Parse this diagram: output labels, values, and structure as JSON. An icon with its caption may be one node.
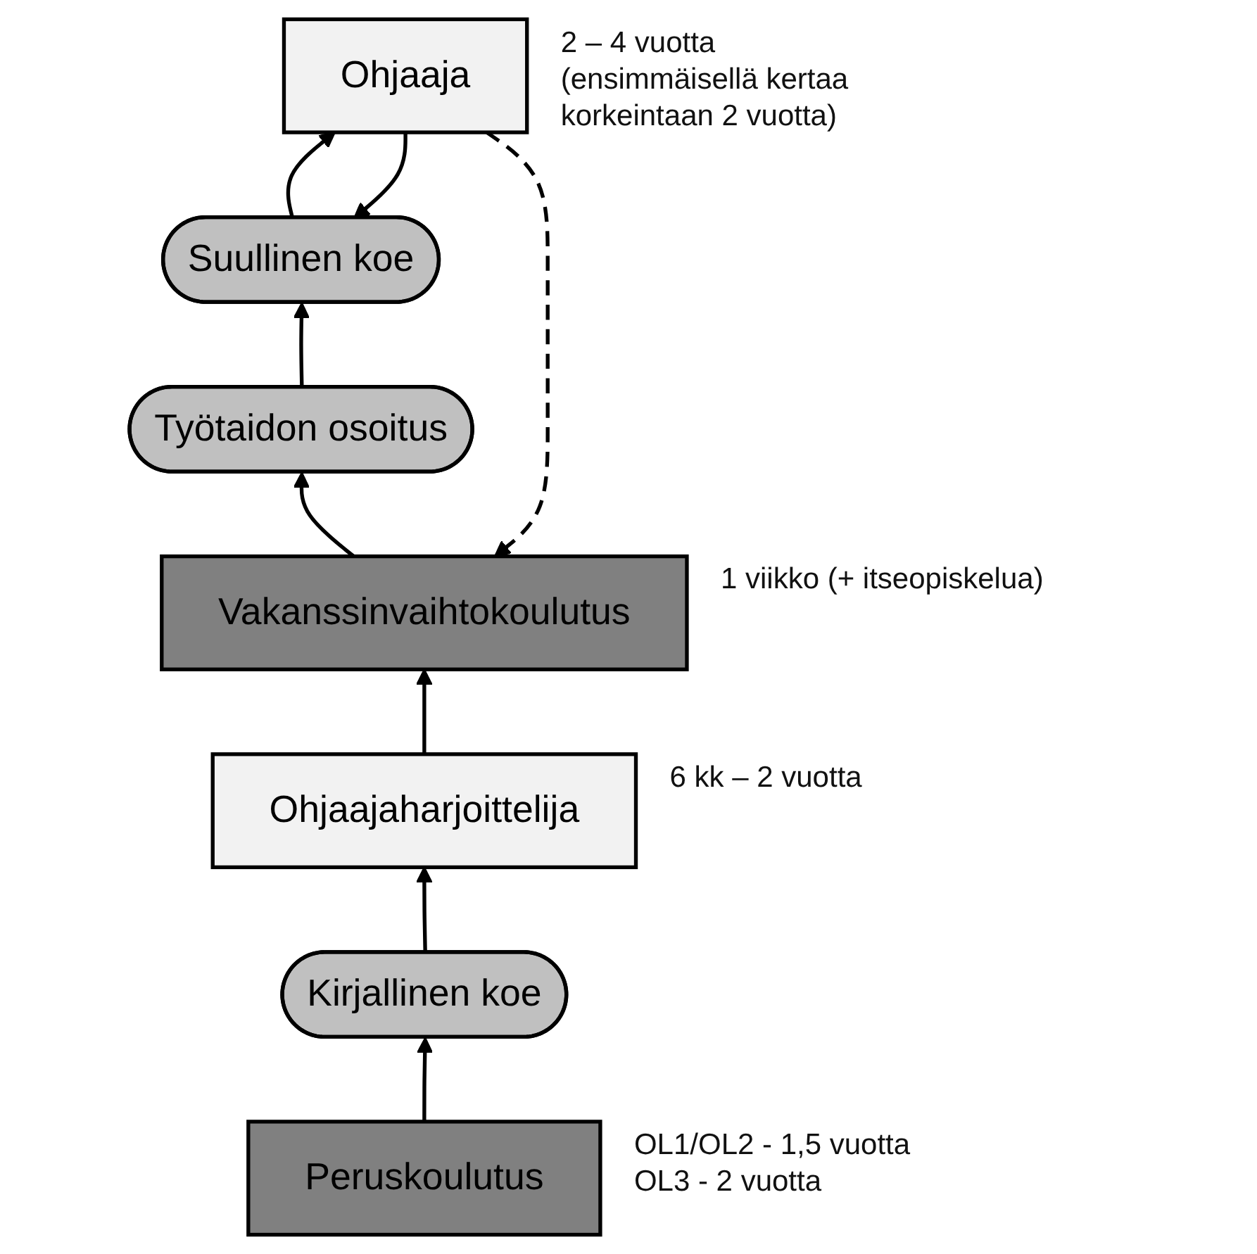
{
  "diagram": {
    "nodes": [
      {
        "text": [
          "Ohjaaja"
        ],
        "beside": [
          "2 – 4 vuotta",
          "(ensimmäisellä kertaa korkeintaan 2 vuotta)"
        ]
      },
      {
        "text": [
          "Suullinen koe"
        ]
      },
      {
        "text": [
          "Työtaidon osoitus"
        ]
      },
      {
        "text": [
          "Vakanssinvaihtokoulutus"
        ],
        "beside": [
          "1 viikko (+ itseopiskelua)"
        ]
      },
      {
        "text": [
          "Ohjaajaharjoittelija"
        ],
        "beside": [
          "6 kk – 2 vuotta"
        ]
      },
      {
        "text": [
          "Kirjallinen koe"
        ]
      },
      {
        "text": [
          "Peruskoulutus"
        ],
        "beside": [
          "OL1/OL2 - 1,5 vuotta",
          "OL3 - 2 vuotta"
        ]
      }
    ],
    "edges": [
      {
        "from": 6,
        "to": 5,
        "arrow": "to"
      },
      {
        "from": 5,
        "to": 4,
        "arrow": "to"
      },
      {
        "from": 4,
        "to": 3,
        "arrow": "to"
      },
      {
        "from": 3,
        "to": 2,
        "arrow": "to"
      },
      {
        "from": 2,
        "to": 1,
        "arrow": "to"
      },
      {
        "from": 1,
        "to": 0,
        "arrow": "to"
      },
      {
        "from": 0,
        "to": 1,
        "arrow": "to"
      },
      {
        "from": 0,
        "to": 3,
        "arrow": "to",
        "style": "dashed"
      }
    ]
  }
}
